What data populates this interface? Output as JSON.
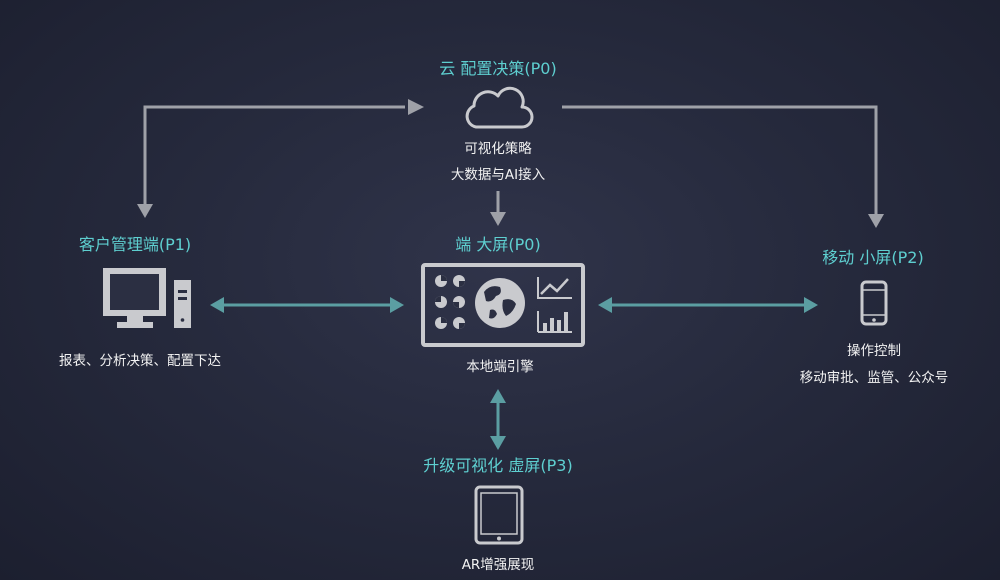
{
  "nodes": {
    "cloud": {
      "title": "云 配置决策(P0)",
      "line1": "可视化策略",
      "line2": "大数据与AI接入"
    },
    "client": {
      "title": "客户管理端(P1)",
      "line1": "报表、分析决策、配置下达"
    },
    "bigscreen": {
      "title": "端 大屏(P0)",
      "line1": "本地端引擎"
    },
    "mobile": {
      "title": "移动 小屏(P2)",
      "line1": "操作控制",
      "line2": "移动审批、监管、公众号"
    },
    "virtual": {
      "title": "升级可视化 虚屏(P3)",
      "line1": "AR增强展现"
    }
  },
  "icons": {
    "cloud": "cloud-icon",
    "client": "desktop-computer-icon",
    "bigscreen": "dashboard-screen-icon",
    "mobile": "smartphone-icon",
    "virtual": "tablet-icon"
  },
  "colors": {
    "title": "#5ecfd0",
    "text": "#f2f2f2",
    "arrow_gray": "#9fa1a8",
    "arrow_teal": "#5b9ea2",
    "background": "#262a3d"
  }
}
